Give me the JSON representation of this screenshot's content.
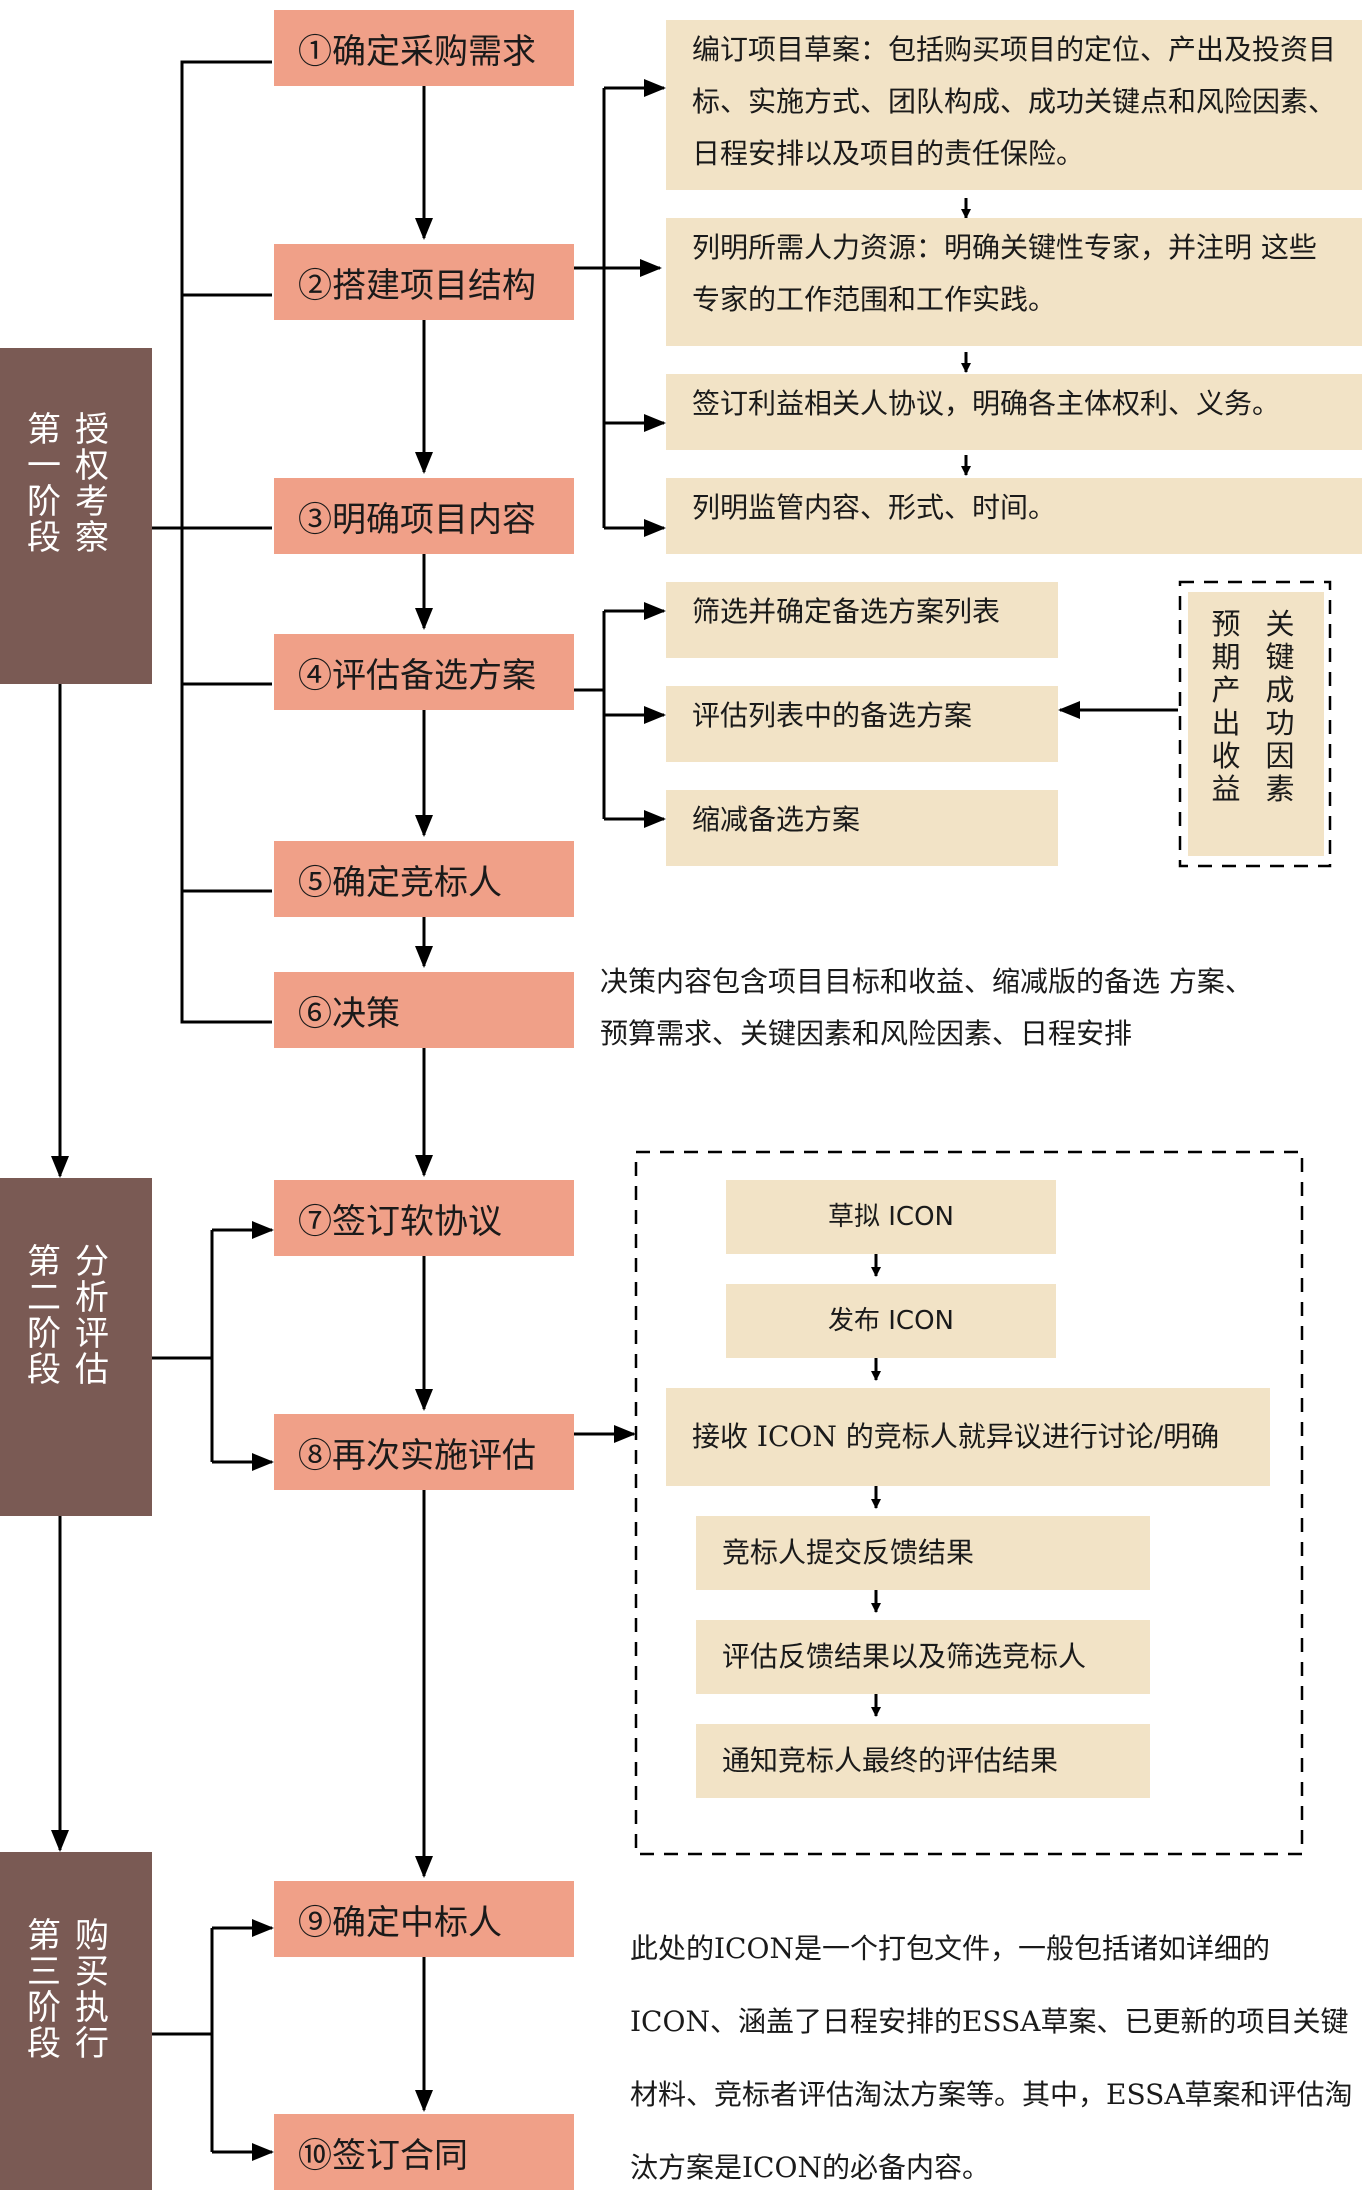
{
  "stages": {
    "s1": {
      "col1": "第\n一\n阶\n段",
      "col2": "授\n权\n考\n察"
    },
    "s2": {
      "col1": "第\n二\n阶\n段",
      "col2": "分\n析\n评\n估"
    },
    "s3": {
      "col1": "第\n三\n阶\n段",
      "col2": "购\n买\n执\n行"
    }
  },
  "steps": [
    "①确定采购需求",
    "②搭建项目结构",
    "③明确项目内容",
    "④评估备选方案",
    "⑤确定竞标人",
    "⑥决策",
    "⑦签订软协议",
    "⑧再次实施评估",
    "⑨确定中标人",
    "⑩签订合同"
  ],
  "structure_boxes": [
    "编订项目草案：包括购买项目的定位、产出及投资目标、实施方式、团队构成、成功关键点和风险因素、日程安排以及项目的责任保险。",
    "列明所需人力资源：明确关键性专家，并注明 这些专家的工作范围和工作实践。",
    "签订利益相关人协议，明确各主体权利、义务。",
    "列明监管内容、形式、时间。"
  ],
  "evaluation_boxes": [
    "筛选并确定备选方案列表",
    "评估列表中的备选方案",
    "缩减备选方案"
  ],
  "factor_box": {
    "col1": "预\n期\n产\n出\n收\n益",
    "col2": "关\n键\n成\n功\n因\n素"
  },
  "decision_note": "决策内容包含项目目标和收益、缩减版的备选 方案、预算需求、关键因素和风险因素、日程安排",
  "icon_process": [
    "草拟 ICON",
    "发布 ICON",
    "接收 ICON 的竞标人就异议进行讨论/明确",
    "竞标人提交反馈结果",
    "评估反馈结果以及筛选竞标人",
    "通知竞标人最终的评估结果"
  ],
  "icon_note": "此处的ICON是一个打包文件，一般包括诸如详细的ICON、涵盖了日程安排的ESSA草案、已更新的项目关键材料、竞标者评估淘汰方案等。其中，ESSA草案和评估淘汰方案是ICON的必备内容。",
  "colors": {
    "stage": "#7a5a54",
    "step": "#f0a088",
    "cream": "#f2e3c6",
    "line": "#000000"
  }
}
